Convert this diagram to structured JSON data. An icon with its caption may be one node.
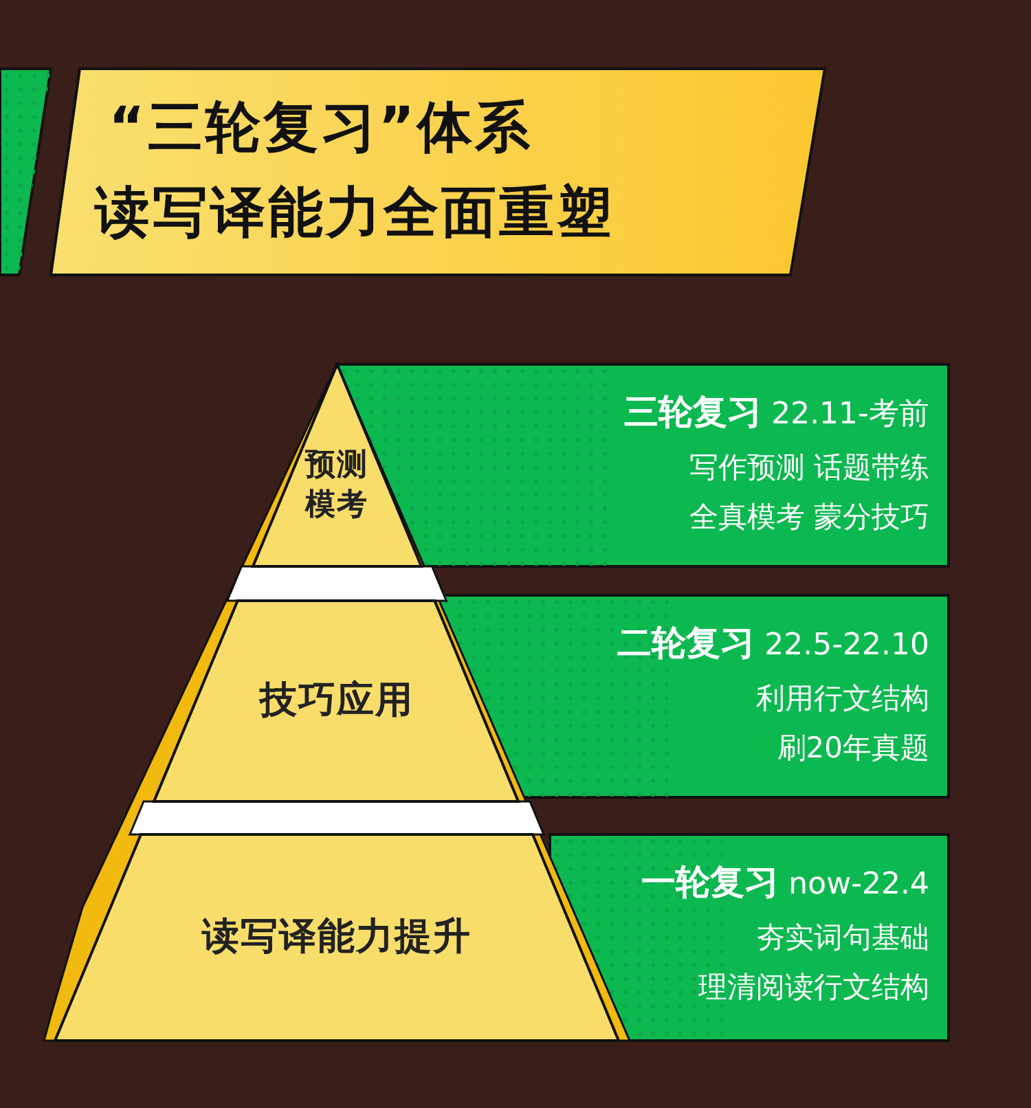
{
  "diagram": {
    "nodes": [
      {
        "text": [
          "“三轮复习”体系",
          "读写译能力全面重塑"
        ]
      },
      {
        "text": [
          "预测模考"
        ]
      },
      {
        "text": [
          "技巧应用"
        ]
      },
      {
        "text": [
          "读写译能力提升"
        ]
      },
      {
        "text": [
          "**三轮复习** 22.11-考前",
          "写作预测 话题带练",
          "全真模考 蒙分技巧"
        ]
      },
      {
        "text": [
          "**二轮复习** 22.5-22.10",
          "利用行文结构",
          "刷20年真题"
        ]
      },
      {
        "text": [
          "**一轮复习** now-22.4",
          "夯实词句基础",
          "理清阅读行文结构"
        ]
      }
    ]
  }
}
